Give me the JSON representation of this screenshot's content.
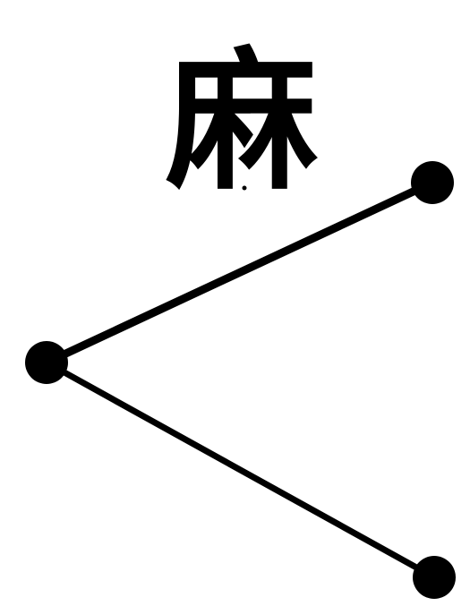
{
  "diagram": {
    "glyph": "麻",
    "nodes": [
      {
        "id": "left"
      },
      {
        "id": "top-right"
      },
      {
        "id": "bottom-right"
      }
    ],
    "edges": [
      {
        "from": "left",
        "to": "top-right"
      },
      {
        "from": "left",
        "to": "bottom-right"
      }
    ],
    "colors": {
      "ink": "#000000",
      "background": "#ffffff"
    }
  }
}
